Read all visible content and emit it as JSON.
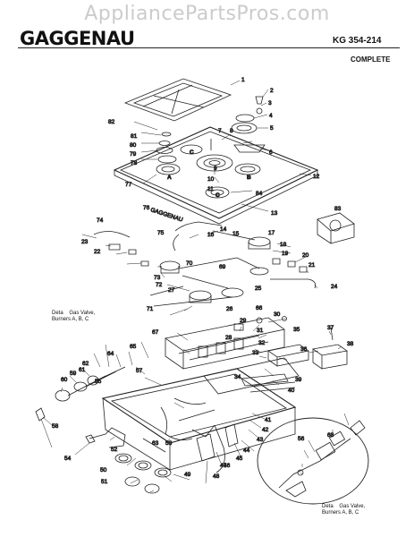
{
  "watermark": "AppliancePartsPros.com",
  "header": {
    "brand": "GAGGENAU",
    "model": "KG 354-214",
    "subtitle": "COMPLETE"
  },
  "colors": {
    "ink": "#111111",
    "watermark": "#a0a0a0",
    "paper": "#ffffff"
  },
  "cooktop_logo": "GAGGENAU",
  "detail_captions": [
    "Deta    Gas Valve,\nBurners A, B, C",
    "Deta    Gas Valve,\nBurners A, B, C"
  ],
  "burner_letters": [
    "A",
    "B",
    "C",
    "C"
  ],
  "part_numbers": [
    "1",
    "2",
    "3",
    "4",
    "5",
    "6",
    "7",
    "8",
    "9",
    "10",
    "11",
    "12",
    "13",
    "14",
    "15",
    "16",
    "17",
    "18",
    "19",
    "20",
    "21",
    "22",
    "23",
    "24",
    "25",
    "26",
    "27",
    "28",
    "29",
    "30",
    "31",
    "32",
    "33",
    "34",
    "35",
    "36",
    "37",
    "38",
    "39",
    "40",
    "41",
    "42",
    "43",
    "44",
    "45",
    "46",
    "47",
    "48",
    "49",
    "50",
    "51",
    "52",
    "53",
    "54",
    "55",
    "56",
    "57",
    "58",
    "59",
    "60",
    "61",
    "62",
    "63",
    "64",
    "65",
    "66",
    "67",
    "68",
    "69",
    "70",
    "71",
    "72",
    "73",
    "74",
    "75",
    "76",
    "77",
    "78",
    "79",
    "80",
    "81",
    "82",
    "83",
    "84"
  ]
}
